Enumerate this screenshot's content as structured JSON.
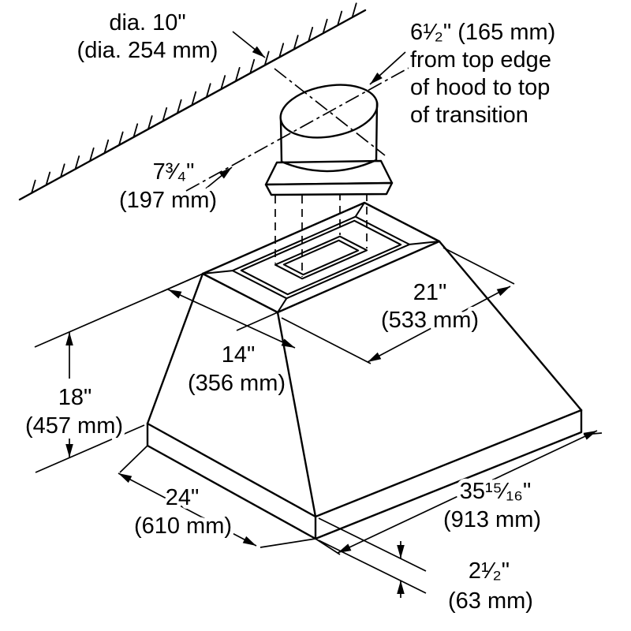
{
  "figure": {
    "type": "installation-dimension-diagram",
    "subject": "Range hood with round duct transition",
    "background_color": "#ffffff",
    "line_color": "#000000"
  },
  "annotations": {
    "duct_diameter": {
      "line1": "dia. 10\"",
      "line2": "(dia. 254 mm)"
    },
    "transition_height_note": {
      "line1": "6¹⁄₂\" (165 mm)",
      "line2": "from top edge",
      "line3": "of hood to top",
      "line4": "of transition"
    },
    "centerline_offset": {
      "line1": "7³⁄₄\"",
      "line2": "(197 mm)"
    },
    "top_depth": {
      "line1": "21\"",
      "line2": "(533 mm)"
    },
    "top_width": {
      "line1": "14\"",
      "line2": "(356 mm)"
    },
    "hood_height": {
      "line1": "18\"",
      "line2": "(457 mm)"
    },
    "base_depth": {
      "line1": "24\"",
      "line2": "(610 mm)"
    },
    "base_width": {
      "line1": "35¹⁵⁄₁₆\"",
      "line2": "(913 mm)"
    },
    "rim_height": {
      "line1": "2¹⁄₂\"",
      "line2": "(63 mm)"
    }
  }
}
